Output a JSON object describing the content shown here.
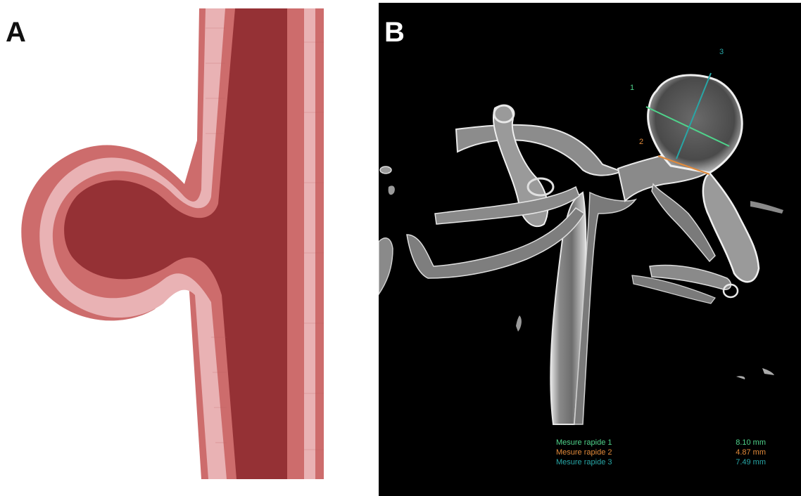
{
  "panels": {
    "a": {
      "letter": "A",
      "fill_color": "#953135",
      "wall_colors": [
        "#cd6c6c",
        "#e9b2b4"
      ]
    },
    "b": {
      "letter": "B",
      "background": "#000000"
    }
  },
  "measure_labels": {
    "m1": "1",
    "m2": "2",
    "m3": "3"
  },
  "measurements": [
    {
      "name": "Mesure rapide 1",
      "value": "8.10 mm",
      "color": "#4fd38b"
    },
    {
      "name": "Mesure rapide 2",
      "value": "4.87 mm",
      "color": "#e28a3a"
    },
    {
      "name": "Mesure rapide 3",
      "value": "7.49 mm",
      "color": "#28a6a6"
    }
  ]
}
